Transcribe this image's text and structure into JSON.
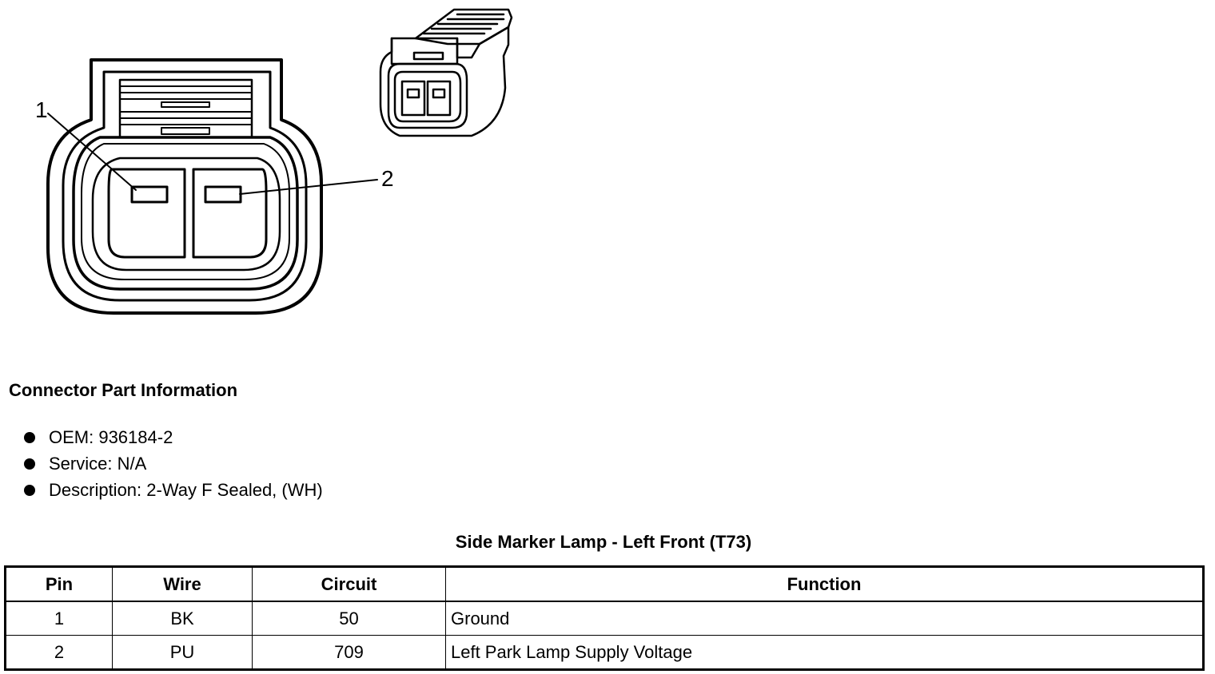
{
  "diagram": {
    "pin_labels": [
      "1",
      "2"
    ]
  },
  "connector_info": {
    "title": "Connector Part Information",
    "items": [
      "OEM: 936184-2",
      "Service: N/A",
      "Description: 2-Way F Sealed, (WH)"
    ]
  },
  "table": {
    "caption": "Side Marker Lamp - Left Front (T73)",
    "headers": [
      "Pin",
      "Wire",
      "Circuit",
      "Function"
    ],
    "rows": [
      [
        "1",
        "BK",
        "50",
        "Ground"
      ],
      [
        "2",
        "PU",
        "709",
        "Left Park Lamp Supply Voltage"
      ]
    ]
  }
}
